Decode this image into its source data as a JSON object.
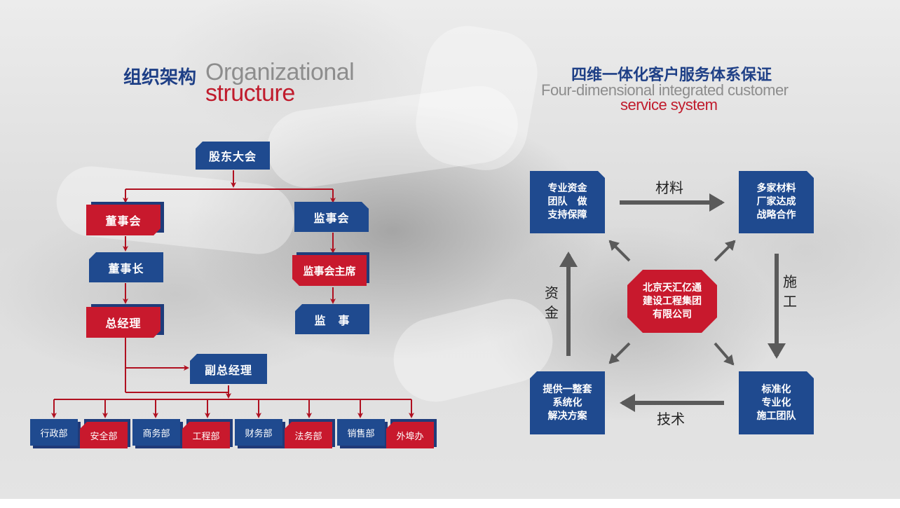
{
  "left": {
    "title_cn": "组织架构",
    "title_en": "Organizational",
    "title_en2": "structure",
    "org": {
      "shareholders": "股东大会",
      "board": "董事会",
      "chairman": "董事长",
      "gm": "总经理",
      "supervisory_board": "监事会",
      "supervisory_chair": "监事会主席",
      "supervisor": "监　事",
      "deputy_gm": "副总经理"
    },
    "departments": [
      "行政部",
      "安全部",
      "商务部",
      "工程部",
      "财务部",
      "法务部",
      "销售部",
      "外埠办"
    ]
  },
  "right": {
    "title_cn": "四维一体化客户服务体系保证",
    "title_en": "Four-dimensional integrated customer",
    "title_en2": "service system",
    "center": [
      "北京天汇亿通",
      "建设工程集团",
      "有限公司"
    ],
    "top_left": [
      "专业资金",
      "团队　做",
      "支持保障"
    ],
    "top_right": [
      "多家材料",
      "厂家达成",
      "战略合作"
    ],
    "bottom_right": [
      "标准化",
      "专业化",
      "施工团队"
    ],
    "bottom_left": [
      "提供一整套",
      "系统化",
      "解决方案"
    ],
    "label_top": "材料",
    "label_right": [
      "施",
      "工"
    ],
    "label_bottom": "技术",
    "label_left": [
      "资",
      "金"
    ]
  },
  "colors": {
    "navy": "#1f4a8f",
    "red": "#c8192d",
    "arrow_red": "#b01020",
    "arrow_gray": "#5a5a5a"
  }
}
